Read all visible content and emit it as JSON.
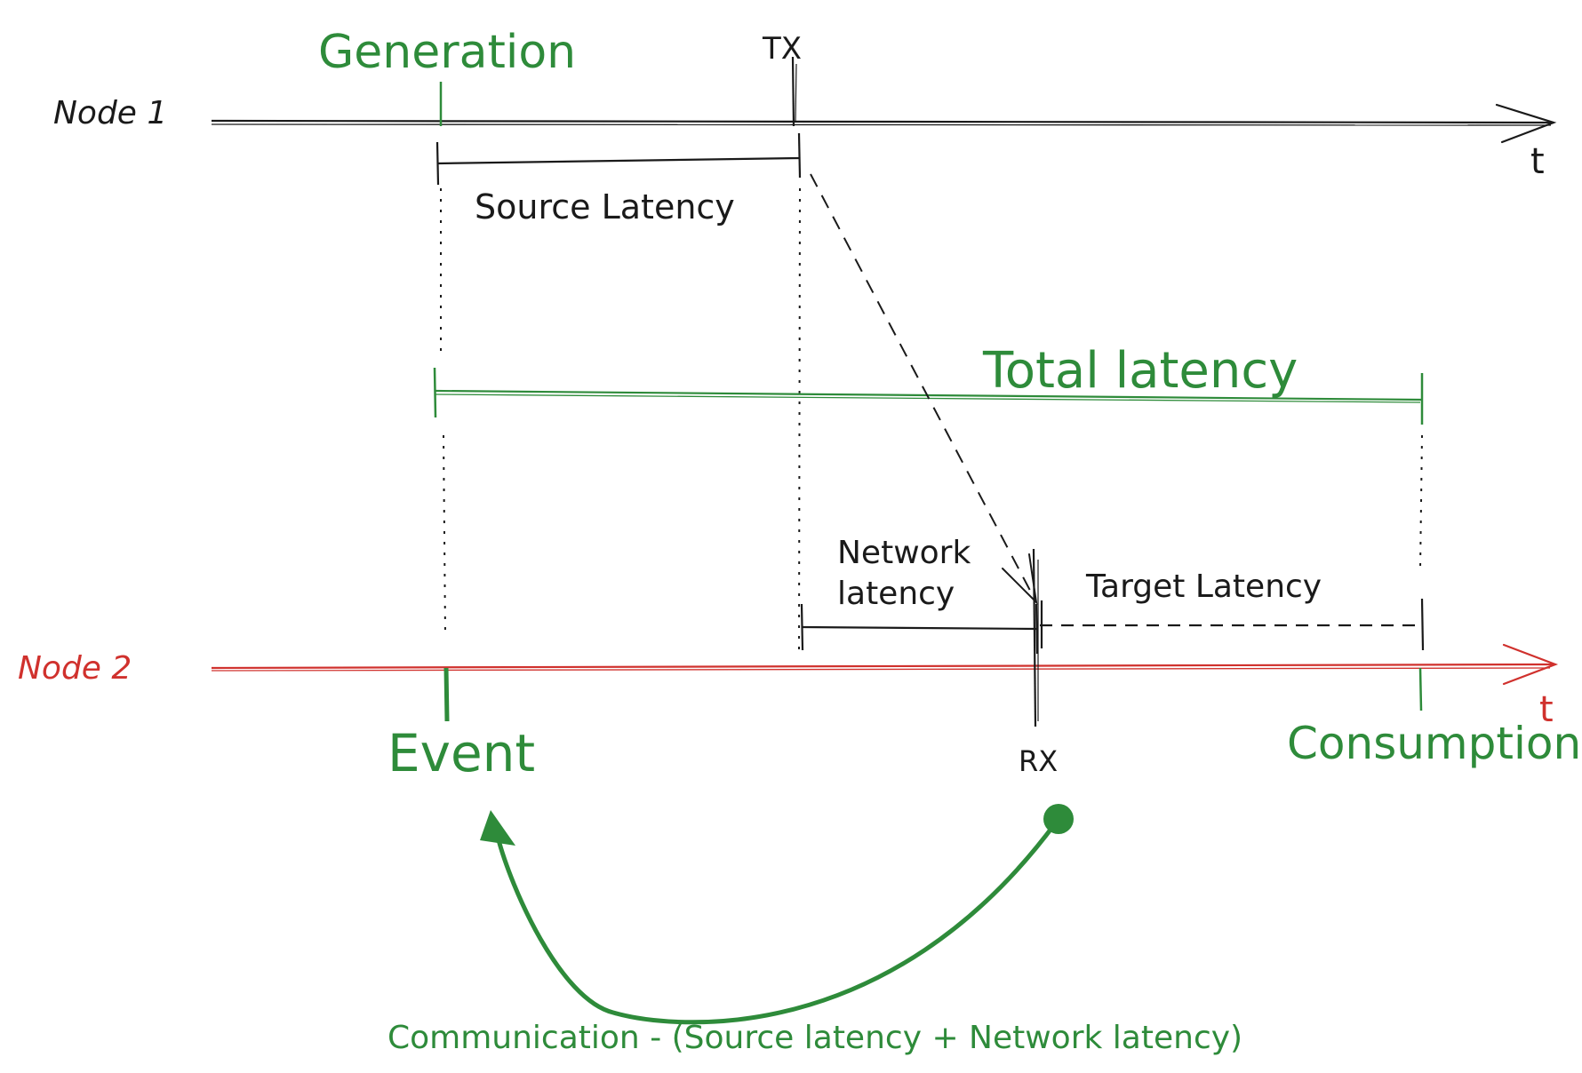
{
  "colors": {
    "black": "#1a1a1a",
    "green": "#2e8b3a",
    "red": "#d0312d"
  },
  "node1": {
    "label": "Node 1",
    "axis_label": "t",
    "generation": "Generation",
    "tx": "TX"
  },
  "node2": {
    "label": "Node 2",
    "axis_label": "t",
    "event": "Event",
    "rx": "RX",
    "consumption": "Consumption"
  },
  "intervals": {
    "source": "Source Latency",
    "total": "Total latency",
    "network_line1": "Network",
    "network_line2": "latency",
    "target": "Target Latency"
  },
  "footer": {
    "communication": "Communication - (Source latency + Network latency)"
  }
}
